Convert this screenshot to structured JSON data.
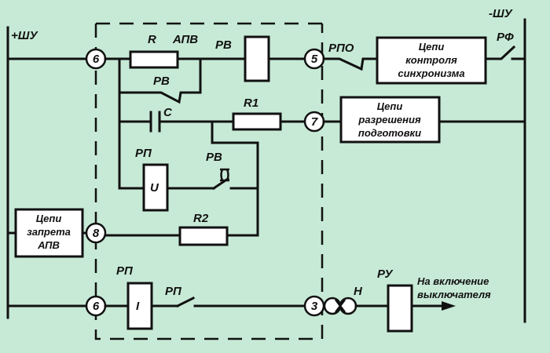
{
  "diagram": {
    "bus_labels": {
      "positive": "+ШУ",
      "negative": "-ШУ"
    },
    "terminals": {
      "t6_top": "6",
      "t5": "5",
      "t7": "7",
      "t8": "8",
      "t6_bottom": "6",
      "t3": "3"
    },
    "components": {
      "resistor_r": "R",
      "device_apv": "АПВ",
      "relay_rv_coil": "РВ",
      "relay_rv_contact_top": "РВ",
      "capacitor_c": "C",
      "resistor_r1": "R1",
      "relay_rp_voltage_label": "РП",
      "relay_rp_voltage_coil": "U",
      "relay_rv_delayed_contact": "РВ",
      "resistor_r2": "R2",
      "relay_rp_current_label": "РП",
      "relay_rp_current_coil": "I",
      "relay_rp_contact": "РП",
      "relay_rpo_contact": "РПО",
      "relay_rf_contact": "РФ",
      "indicator_h": "Н",
      "relay_ru": "РУ"
    },
    "blocks": {
      "sync_control": [
        "Цепи",
        "контроля",
        "синхронизма"
      ],
      "prep_permit": [
        "Цепи",
        "разрешения",
        "подготовки"
      ],
      "apv_block": [
        "Цепи",
        "запрета",
        "АПВ"
      ]
    },
    "output_label": [
      "На включение",
      "выключателя"
    ]
  }
}
